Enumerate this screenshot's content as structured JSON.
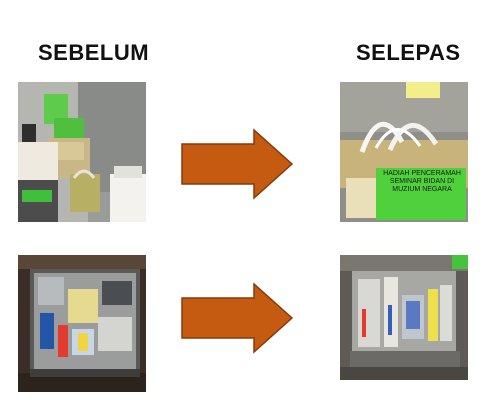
{
  "headings": {
    "before": "SEBELUM",
    "after": "SELEPAS"
  },
  "photos": {
    "after_top_sign": "HADIAH PENCERAMAH SEMINAR BIDAN DI MUZIUM NEGARA"
  },
  "colors": {
    "arrow_fill": "#C55A11",
    "arrow_stroke": "#843C0C",
    "heading_text": "#111111"
  },
  "icons": {
    "arrow": "right-arrow-icon"
  }
}
